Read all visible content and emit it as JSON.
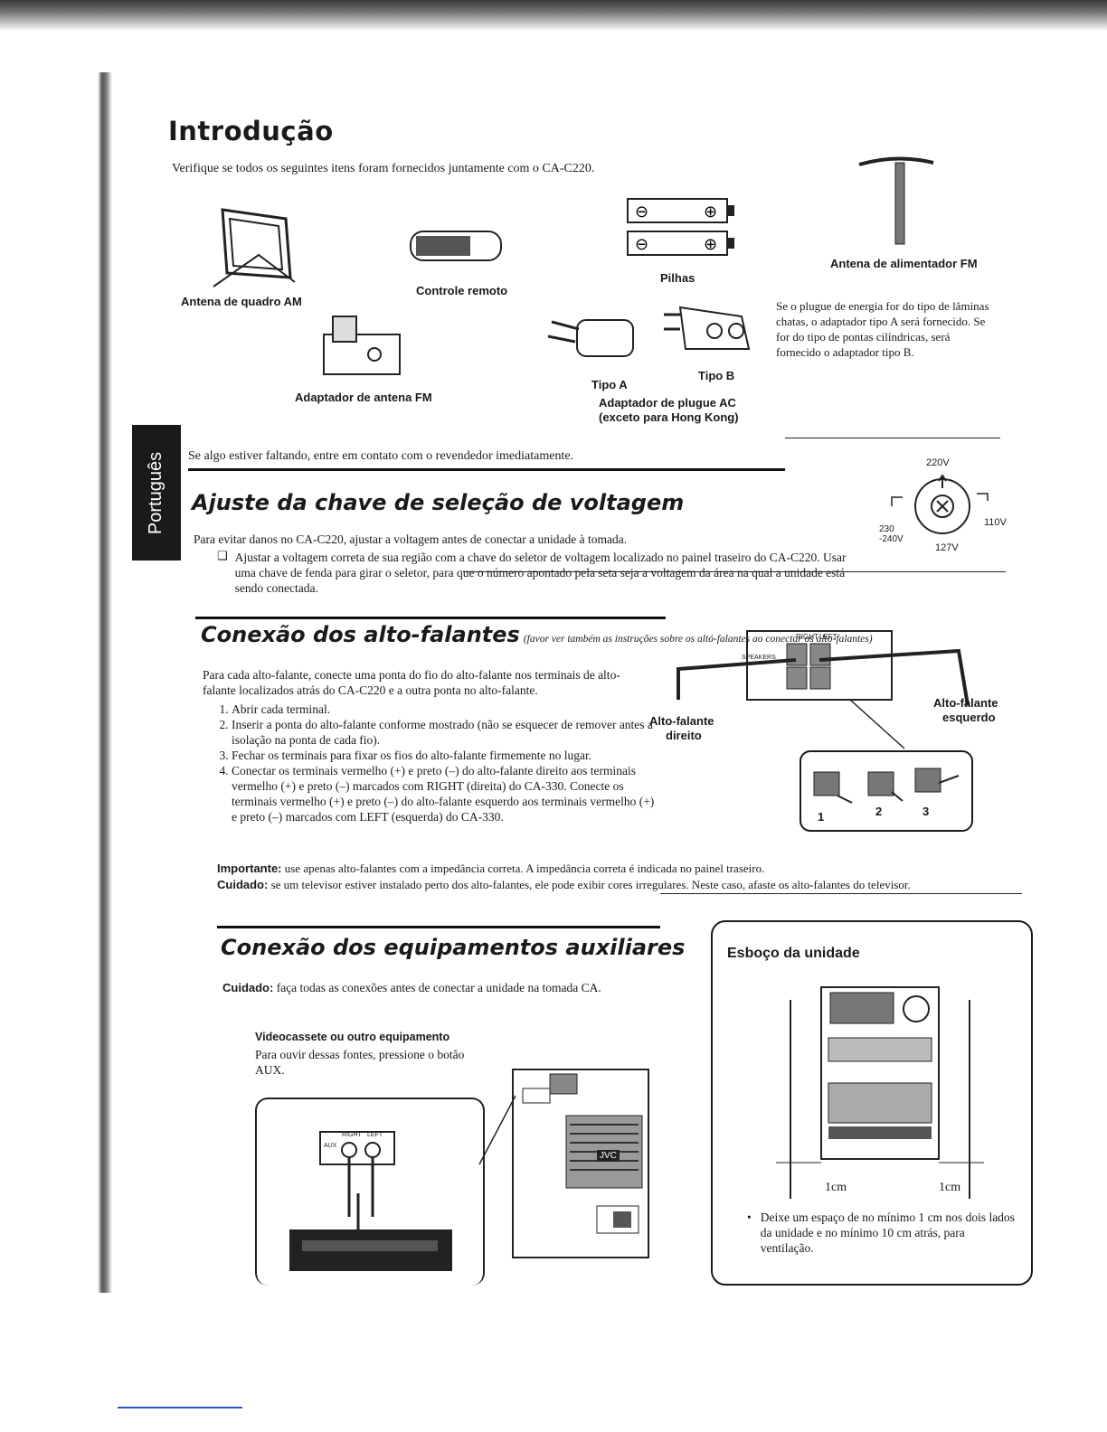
{
  "tab_label": "Português",
  "intro": {
    "title": "Introdução",
    "lead": "Verifique se todos os seguintes itens foram fornecidos juntamente com o CA-C220.",
    "items": {
      "am_antenna": "Antena de quadro AM",
      "remote": "Controle remoto",
      "batteries": "Pilhas",
      "fm_antenna": "Antena de alimentador FM",
      "fm_adapter": "Adaptador de antena FM",
      "type_a": "Tipo A",
      "type_b": "Tipo B",
      "ac_adapter_1": "Adaptador de plugue AC",
      "ac_adapter_2": "(exceto para Hong Kong)"
    },
    "plug_note": "Se o plugue de energia for do tipo de lâminas chatas, o adaptador tipo A será fornecido. Se for do tipo de pontas cilíndricas, será fornecido o adaptador tipo B.",
    "missing": "Se algo estiver faltando, entre em contato com o revendedor imediatamente."
  },
  "voltage": {
    "title": "Ajuste da chave de seleção de voltagem",
    "lead": "Para evitar danos no CA-C220, ajustar a voltagem antes de conectar a unidade à tomada.",
    "bullet": "Ajustar a voltagem correta de sua região com a chave do seletor de voltagem localizado no painel traseiro do CA-C220. Usar uma chave de fenda para girar o seletor, para que o número apontado pela seta seja a voltagem da área na qual a unidade está sendo conectada.",
    "dial": {
      "top": "220V",
      "left": "230\n-240V",
      "right": "110V",
      "bottom": "127V"
    }
  },
  "speakers": {
    "title": "Conexão dos alto-falantes",
    "subtitle": "(favor ver também as instruções sobre os altó-falantes ao conectar os alto-falantes)",
    "lead": "Para cada alto-falante, conecte uma ponta do fio do alto-falante nos terminais de alto-falante localizados atrás do CA-C220 e a outra ponta no alto-falante.",
    "steps": [
      "Abrir cada terminal.",
      "Inserir a ponta do alto-falante conforme mostrado (não se esquecer de remover antes a isolação na ponta de cada fio).",
      "Fechar os terminais para fixar os fios do alto-falante firmemente no lugar.",
      "Conectar os terminais vermelho (+) e preto (–) do alto-falante direito aos terminais vermelho (+) e preto (–) marcados com RIGHT (direita) do CA-330. Conecte os terminais vermelho (+) e preto (–) do alto-falante esquerdo aos terminais vermelho (+) e preto (–) marcados com LEFT (esquerda) do CA-330."
    ],
    "right_label_1": "Alto-falante",
    "right_label_2": "direito",
    "left_label_1": "Alto-falante",
    "left_label_2": "esquerdo",
    "panel_right": "RIGHT",
    "panel_left": "LEFT",
    "panel_speakers": "SPEAKERS",
    "step_numbers": [
      "1",
      "2",
      "3"
    ],
    "important_label": "Importante:",
    "important_text": "use apenas alto-falantes com a impedância correta. A impedância correta é indicada no painel traseiro.",
    "caution_label": "Cuidado:",
    "caution_text": "se um televisor estiver instalado perto dos alto-falantes, ele pode exibir cores irregulares. Neste caso, afaste os alto-falantes do televisor."
  },
  "aux": {
    "title": "Conexão dos equipamentos auxiliares",
    "caution_label": "Cuidado:",
    "caution_text": "faça todas as conexões antes de conectar a unidade na tomada CA.",
    "vcr_title": "Videocassete ou outro equipamento",
    "vcr_text": "Para ouvir dessas fontes, pressione o botão AUX.",
    "jack_aux": "AUX",
    "jack_right": "RIGHT",
    "jack_left": "LEFT",
    "brand": "JVC"
  },
  "outline": {
    "title": "Esboço da unidade",
    "cm_left": "1cm",
    "cm_right": "1cm",
    "note": "Deixe um espaço de no mínimo 1 cm nos dois lados da unidade e no mínimo 10 cm atrás, para ventilação."
  }
}
